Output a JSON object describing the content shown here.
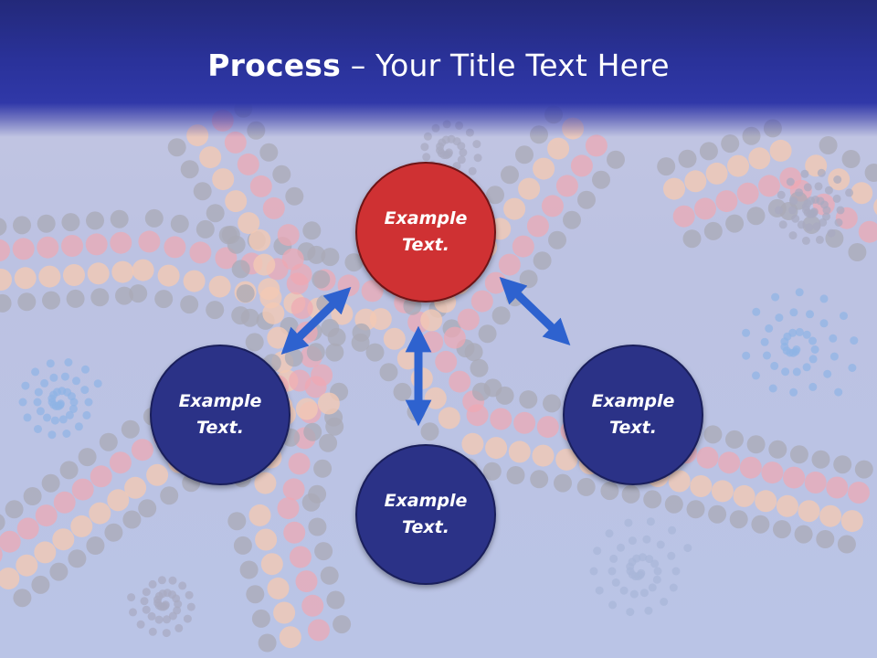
{
  "title": {
    "bold": "Process",
    "separator": " – ",
    "rest": "Your Title Text Here"
  },
  "nodes": [
    {
      "label": "Example\nText.",
      "color": "#cf3133"
    },
    {
      "label": "Example\nText.",
      "color": "#2b3287"
    },
    {
      "label": "Example\nText.",
      "color": "#2b3287"
    },
    {
      "label": "Example\nText.",
      "color": "#2b3287"
    }
  ],
  "colors": {
    "header": "#2a329a",
    "arrow": "#2e62cf",
    "node_blue": "#2b3287",
    "node_red": "#cf3133"
  }
}
